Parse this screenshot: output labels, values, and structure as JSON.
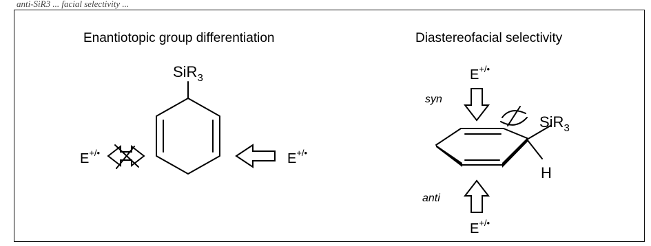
{
  "header": {
    "top_caption": "anti-SiR3 ... facial selectivity ..."
  },
  "left_panel": {
    "title": "Enantiotopic group differentiation",
    "reagent_left": "E",
    "reagent_left_charge": "+/•",
    "reagent_right": "E",
    "reagent_right_charge": "+/•",
    "substituent": "SiR",
    "substituent_subscript": "3"
  },
  "right_panel": {
    "title": "Diastereofacial selectivity",
    "reagent_top": "E",
    "reagent_top_charge": "+/•",
    "reagent_bottom": "E",
    "reagent_bottom_charge": "+/•",
    "syn_label": "syn",
    "anti_label": "anti",
    "substituent": "SiR",
    "substituent_subscript": "3",
    "hydrogen": "H"
  }
}
